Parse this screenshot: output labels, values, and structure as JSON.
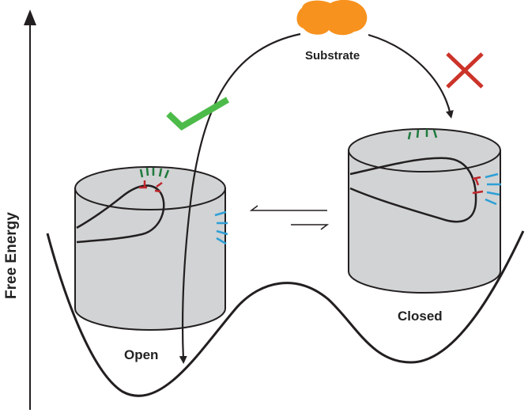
{
  "labels": {
    "y_axis": "Free Energy",
    "substrate": "Substrate",
    "open": "Open",
    "closed": "Closed"
  },
  "colors": {
    "substrate": "#f7921e",
    "cylinder_fill": "#d1d3d4",
    "outline": "#231f20",
    "check": "#4dbb4a",
    "cross": "#cc3329",
    "green_ticks": "#1e7a3c",
    "red_ticks": "#c1272d",
    "blue_ticks": "#2e9fd6"
  },
  "icons": {
    "accepted": "check-mark-icon",
    "rejected": "cross-mark-icon"
  }
}
